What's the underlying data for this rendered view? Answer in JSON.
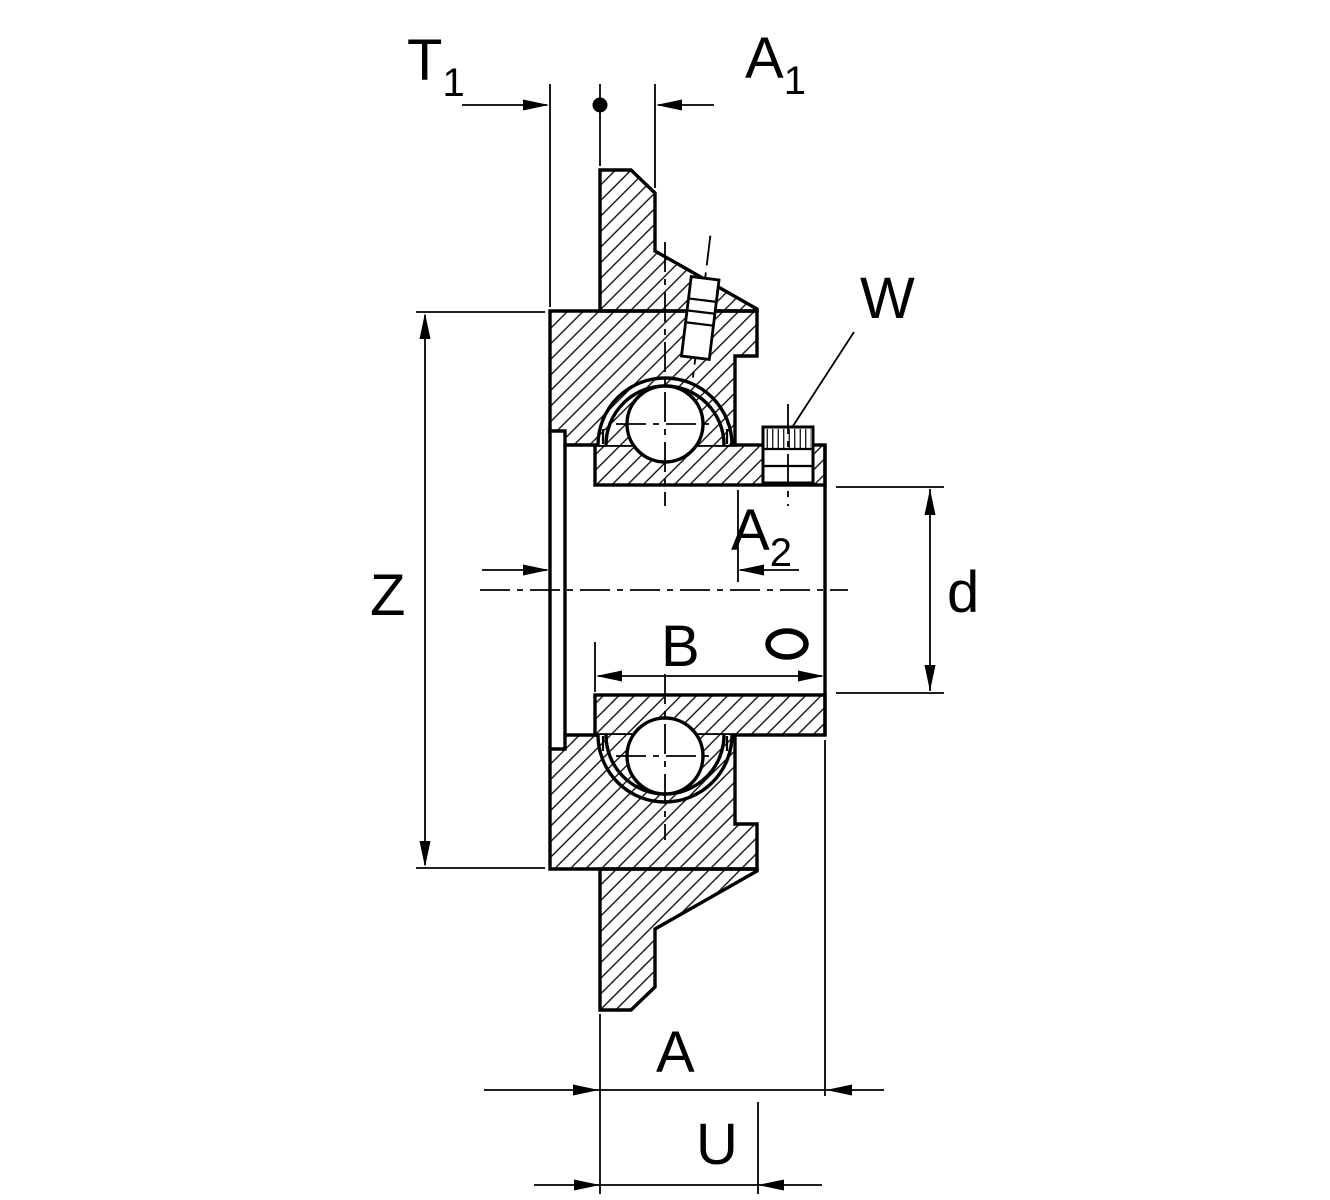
{
  "drawing": {
    "kind": "flanged-bearing-housing-unit-section",
    "colors": {
      "ink": "#000000",
      "background": "#ffffff"
    }
  },
  "labels": {
    "t1": {
      "base": "T",
      "sub": "1"
    },
    "a1": {
      "base": "A",
      "sub": "1"
    },
    "w": {
      "base": "W"
    },
    "z": {
      "base": "Z"
    },
    "a2": {
      "base": "A",
      "sub": "2"
    },
    "d": {
      "base": "d"
    },
    "b": {
      "base": "B"
    },
    "a": {
      "base": "A"
    },
    "u": {
      "base": "U"
    }
  }
}
